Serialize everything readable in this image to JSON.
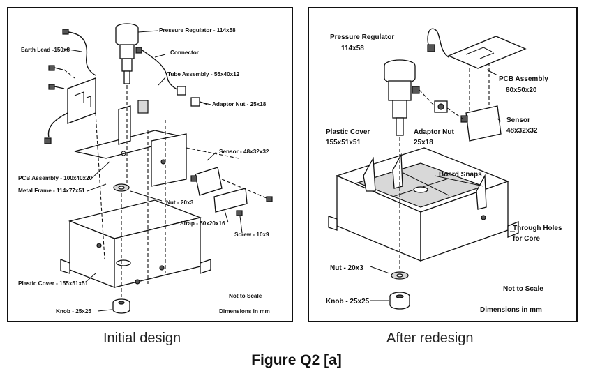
{
  "initial": {
    "caption": "Initial design",
    "labels": {
      "pressure_regulator": "Pressure Regulator - 114x58",
      "connector": "Connector",
      "earth_lead": "Earth Lead -150x8",
      "tube_assembly": "Tube Assembly - 55x40x12",
      "adaptor_nut": "Adaptor Nut - 25x18",
      "sensor": "Sensor - 48x32x32",
      "pcb_assembly": "PCB Assembly - 100x40x20",
      "metal_frame": "Metal Frame - 114x77x51",
      "nut": "Nut - 20x3",
      "strap": "Strap - 50x20x16",
      "screw": "Screw - 10x9",
      "plastic_cover": "Plastic Cover - 155x51x51",
      "knob": "Knob - 25x25",
      "not_to_scale": "Not to Scale",
      "dimensions": "Dimensions in mm"
    }
  },
  "redesign": {
    "caption": "After redesign",
    "labels": {
      "pressure_regulator_1": "Pressure Regulator",
      "pressure_regulator_2": "114x58",
      "pcb_assembly_1": "PCB Assembly",
      "pcb_assembly_2": "80x50x20",
      "sensor_1": "Sensor",
      "sensor_2": "48x32x32",
      "plastic_cover_1": "Plastic Cover",
      "plastic_cover_2": "155x51x51",
      "adaptor_nut_1": "Adaptor Nut",
      "adaptor_nut_2": "25x18",
      "board_snaps": "Board Snaps",
      "through_holes_1": "Through Holes",
      "through_holes_2": "for Core",
      "nut": "Nut - 20x3",
      "knob": "Knob - 25x25",
      "not_to_scale": "Not to Scale",
      "dimensions": "Dimensions in mm"
    }
  },
  "figure_title": "Figure Q2 [a]"
}
